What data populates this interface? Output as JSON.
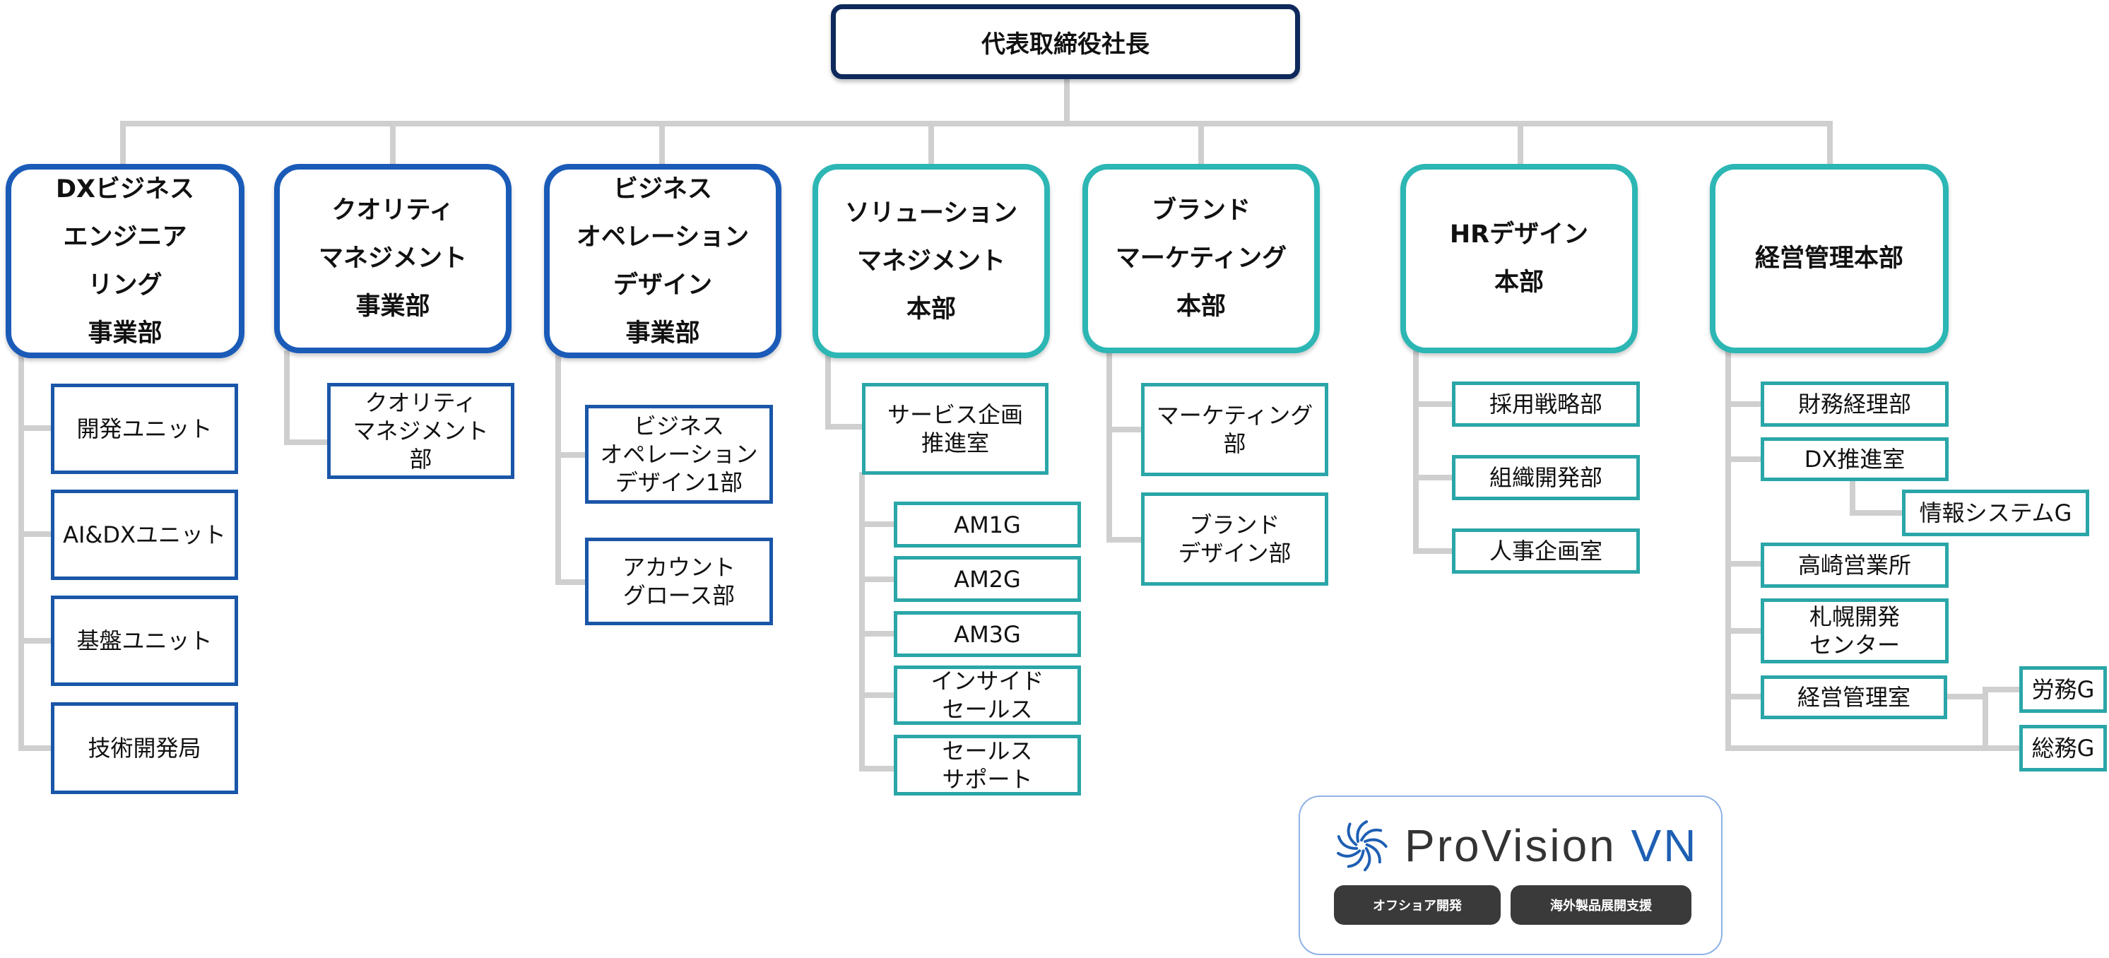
{
  "ceo": "代表取締役社長",
  "divisions": [
    {
      "label": "DXビジネス\nエンジニア\nリング\n事業部",
      "subs": [
        "開発ユニット",
        "AI&DXユニット",
        "基盤ユニット",
        "技術開発局"
      ]
    },
    {
      "label": "クオリティ\nマネジメント\n事業部",
      "subs": [
        "クオリティ\nマネジメント\n部"
      ]
    },
    {
      "label": "ビジネス\nオペレーション\nデザイン\n事業部",
      "subs": [
        "ビジネス\nオペレーション\nデザイン1部",
        "アカウント\nグロース部"
      ]
    },
    {
      "label": "ソリューション\nマネジメント\n本部",
      "subs": [
        "サービス企画\n推進室",
        "AM1G",
        "AM2G",
        "AM3G",
        "インサイド\nセールス",
        "セールス\nサポート"
      ]
    },
    {
      "label": "ブランド\nマーケティング\n本部",
      "subs": [
        "マーケティング\n部",
        "ブランド\nデザイン部"
      ]
    },
    {
      "label": "HRデザイン\n本部",
      "subs": [
        "採用戦略部",
        "組織開発部",
        "人事企画室"
      ]
    },
    {
      "label": "経営管理本部",
      "subs": [
        "財務経理部",
        "DX推進室",
        "情報システムG",
        "高崎営業所",
        "札幌開発\nセンター",
        "経営管理室",
        "労務G",
        "総務G"
      ]
    }
  ],
  "logo": {
    "brand": "ProVision",
    "suffix": "VN",
    "tags": [
      "オフショア開発",
      "海外製品展開支援"
    ]
  },
  "colors": {
    "navy": "#0e2a5c",
    "blue": "#1a5bb8",
    "teal": "#2cb6b4",
    "line": "#cccccc"
  }
}
